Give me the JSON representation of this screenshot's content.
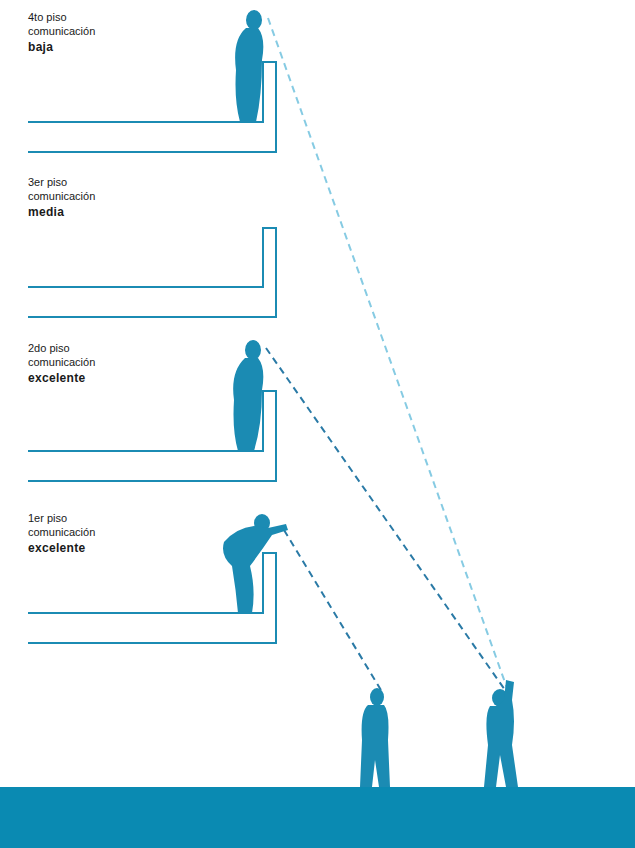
{
  "diagram": {
    "labels": [
      "4to piso comunicación",
      "baja",
      "3er piso comunicación",
      "media",
      "2do piso comunicación",
      "excelente",
      "1er piso comunicación",
      "excelente"
    ]
  }
}
